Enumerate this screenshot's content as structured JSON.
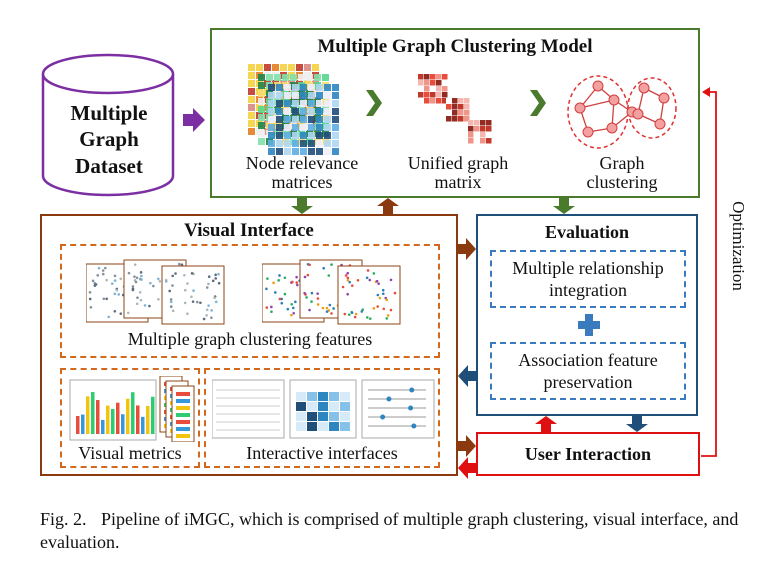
{
  "dataset": {
    "title": "Multiple Graph Dataset"
  },
  "model": {
    "title": "Multiple Graph Clustering Model",
    "steps": [
      {
        "label": "Node relevance matrices"
      },
      {
        "label": "Unified graph matrix"
      },
      {
        "label": "Graph clustering"
      }
    ]
  },
  "visual_interface": {
    "title": "Visual Interface",
    "features_label": "Multiple graph clustering features",
    "metrics_label": "Visual metrics",
    "interactive_label": "Interactive interfaces"
  },
  "evaluation": {
    "title": "Evaluation",
    "item1": "Multiple relationship integration",
    "item2": "Association feature preservation"
  },
  "user_interaction": {
    "title": "User Interaction"
  },
  "optimization_label": "Optimization",
  "caption": {
    "prefix": "Fig. 2.",
    "text": "Pipeline of iMGC, which is comprised of multiple graph clustering, visual interface, and evaluation."
  },
  "colors": {
    "green": "#4a7a2c",
    "brown": "#8b3a0f",
    "blue": "#1f4e79",
    "red": "#e01010",
    "purple": "#7b2fa3",
    "orange_dash": "#d2691e",
    "blue_dash": "#3a7bbf"
  }
}
